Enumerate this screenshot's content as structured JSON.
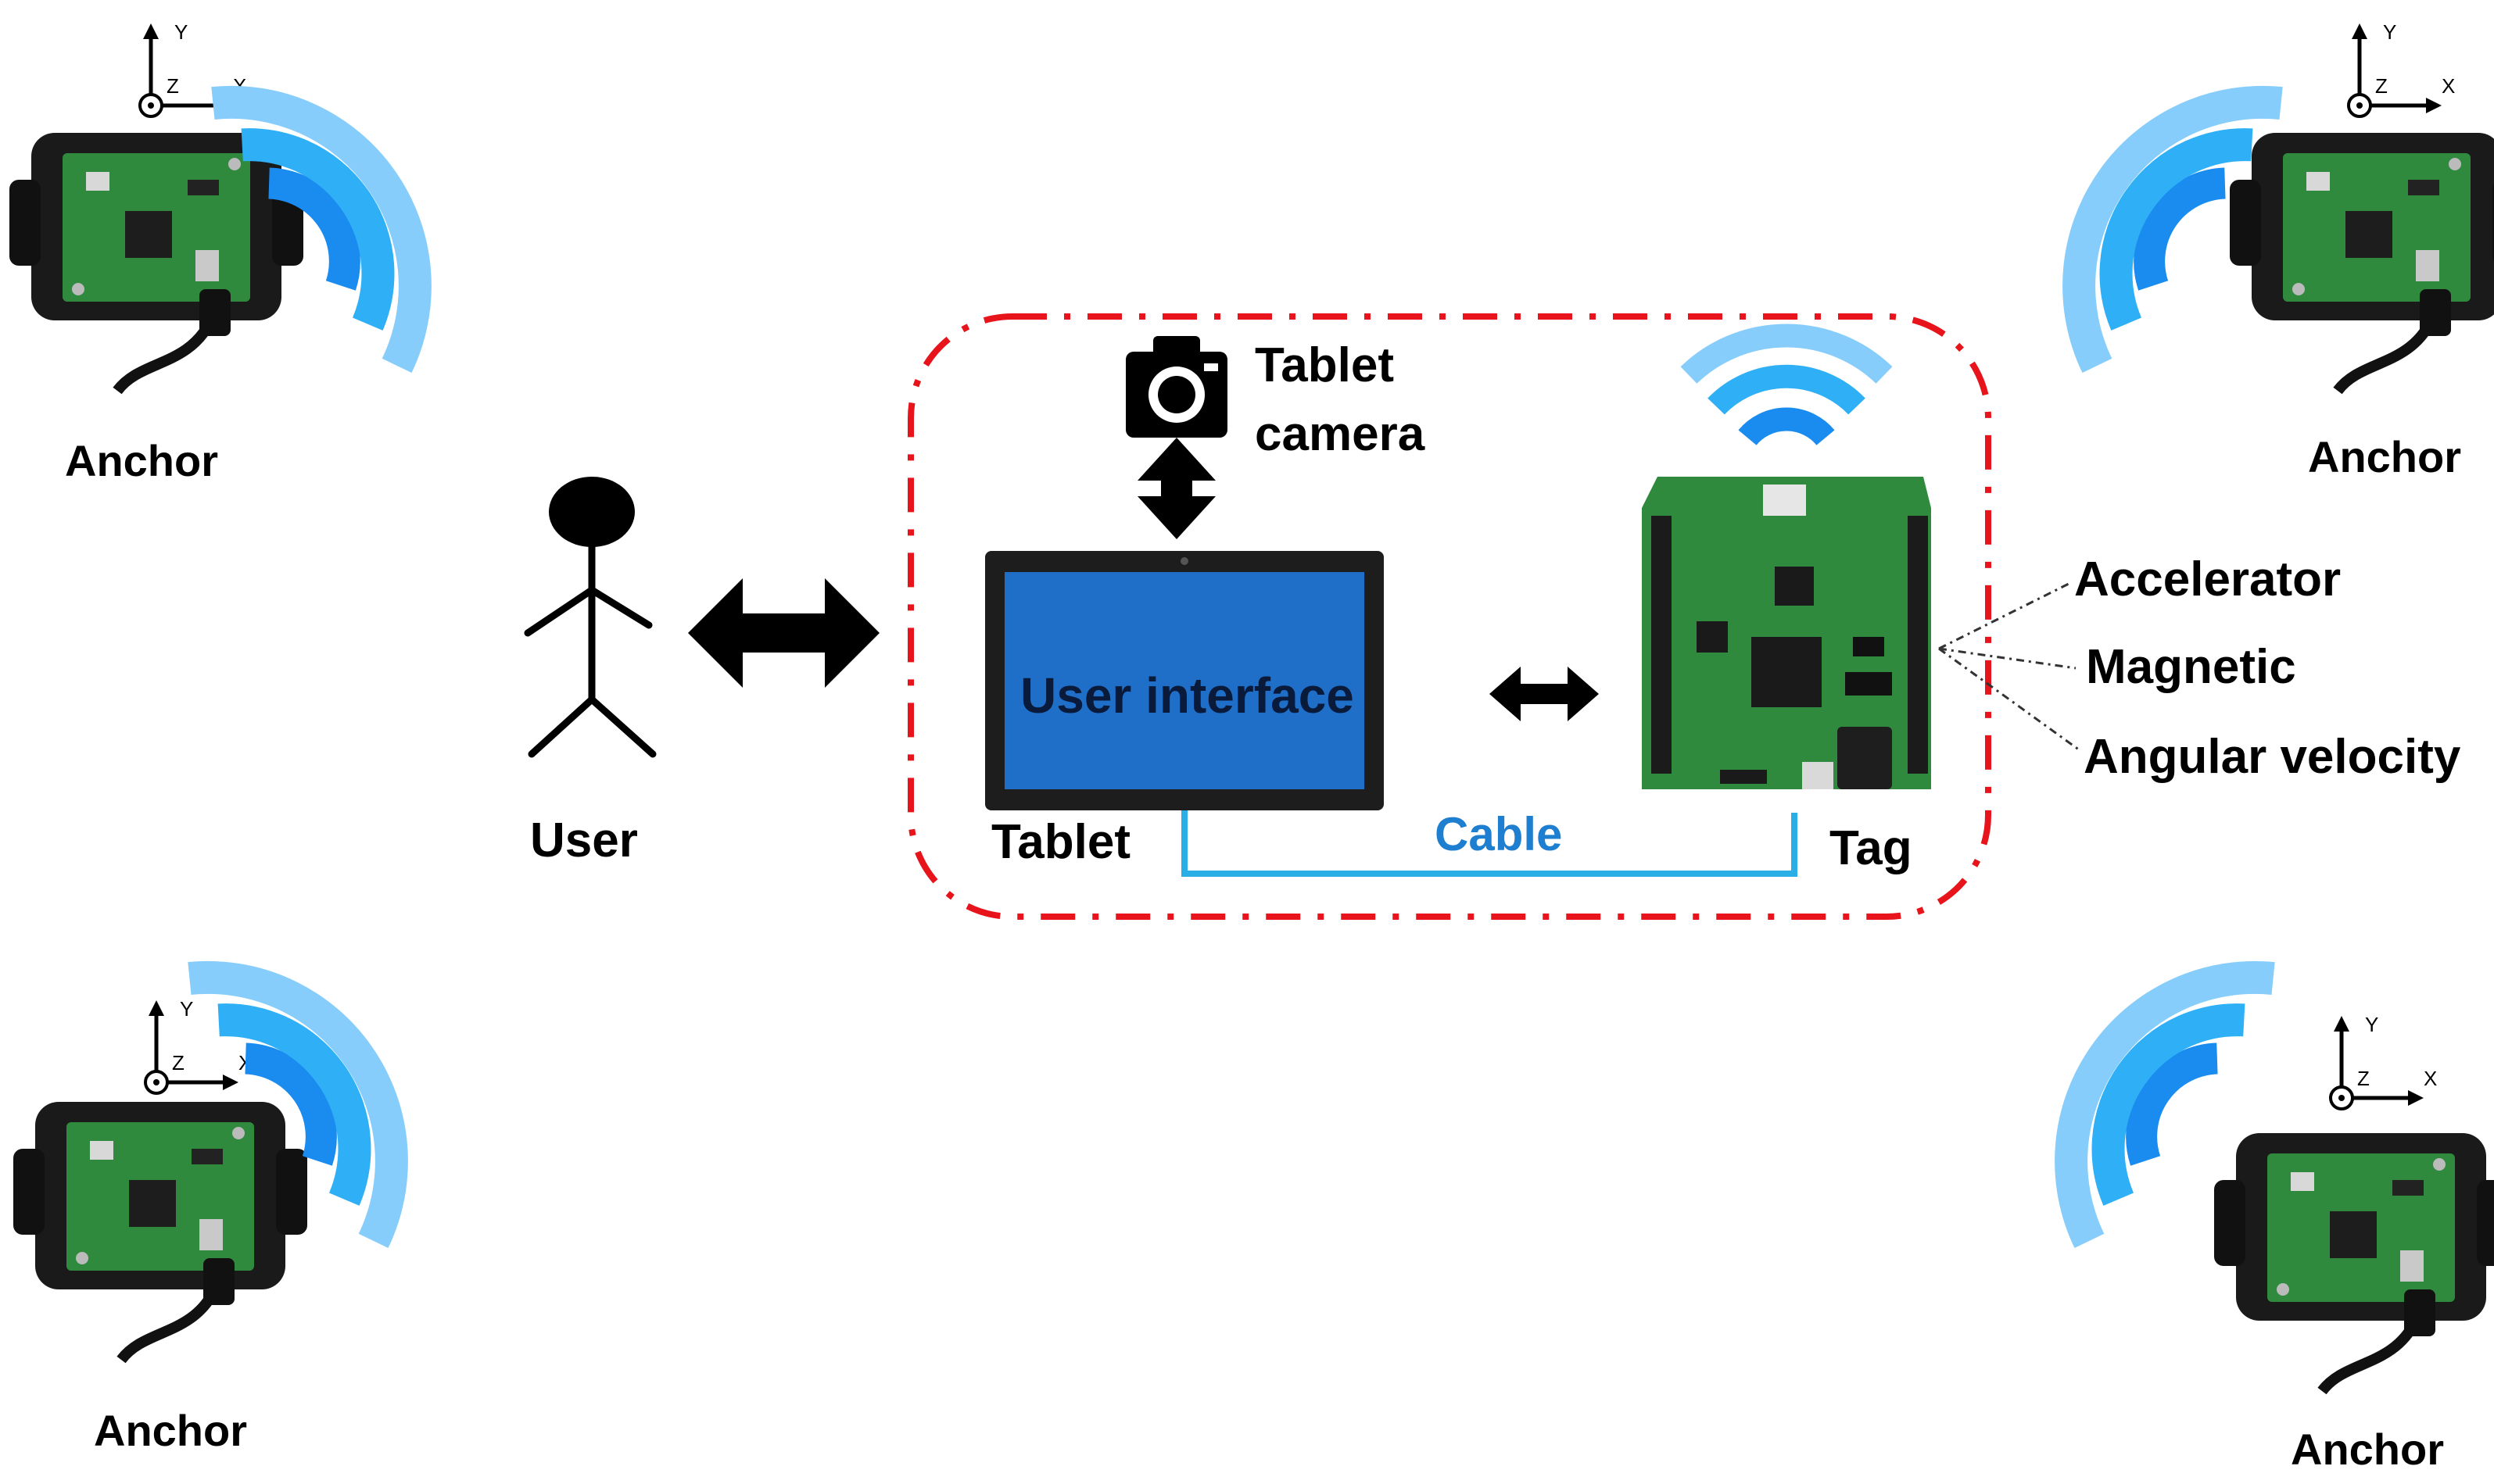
{
  "labels": {
    "anchor_top_left": "Anchor",
    "anchor_top_right": "Anchor",
    "anchor_bottom_left": "Anchor",
    "anchor_bottom_right": "Anchor",
    "user": "User",
    "tablet": "Tablet",
    "tablet_camera_line1": "Tablet",
    "tablet_camera_line2": "camera",
    "user_interface": "User interface",
    "cable": "Cable",
    "tag": "Tag"
  },
  "axes": {
    "x": "X",
    "y": "Y",
    "z": "Z"
  },
  "sensors": [
    "Accelerator",
    "Magnetic",
    "Angular velocity"
  ],
  "icons": {
    "anchor": "anchor-device-icon",
    "signal": "wireless-signal-icon",
    "user": "stick-figure-icon",
    "camera": "camera-icon",
    "tablet": "tablet-icon",
    "tag": "tag-board-icon"
  },
  "colors": {
    "system_boundary": "#e8141b",
    "cable": "#29aee6",
    "cable_label": "#1e7fd0",
    "screen": "#1f6fc8",
    "wave_dark": "#1a8cf0",
    "wave_mid": "#2fb0f6",
    "wave_light": "#86cdfb",
    "pcb": "#2f8a3e"
  }
}
